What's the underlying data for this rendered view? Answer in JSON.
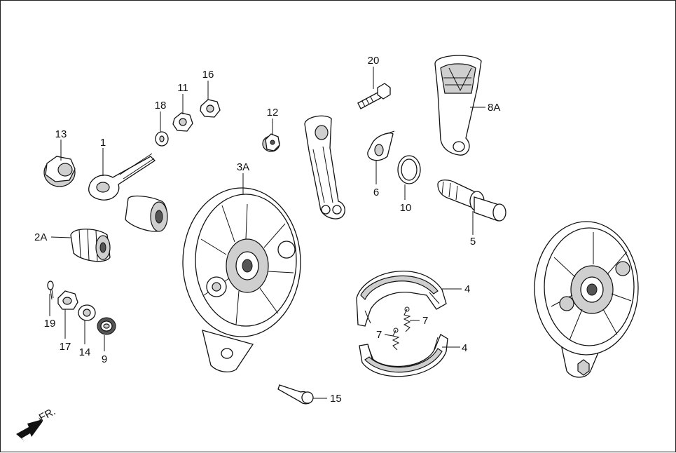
{
  "diagram": {
    "direction_label": "FR.",
    "callouts": {
      "c1": "1",
      "c2A": "2A",
      "c3A": "3A",
      "c4a": "4",
      "c4b": "4",
      "c5": "5",
      "c6": "6",
      "c7a": "7",
      "c7b": "7",
      "c8A": "8A",
      "c9": "9",
      "c10": "10",
      "c11": "11",
      "c12": "12",
      "c13": "13",
      "c14": "14",
      "c15": "15",
      "c16": "16",
      "c17": "17",
      "c18": "18",
      "c19": "19",
      "c20": "20"
    }
  }
}
